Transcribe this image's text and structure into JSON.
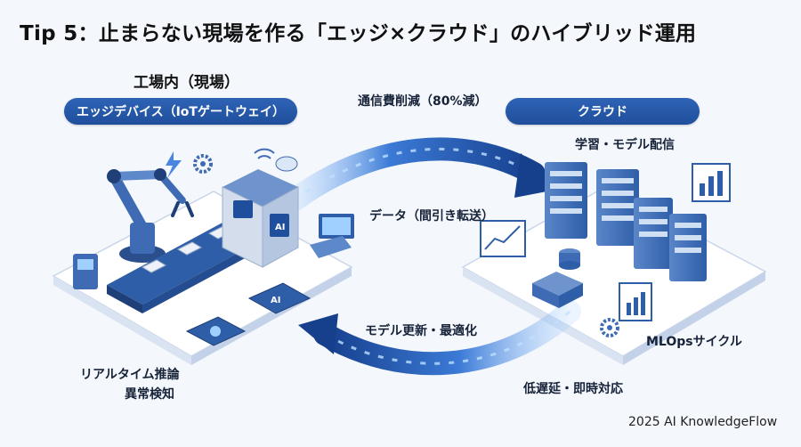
{
  "title": "Tip 5：止まらない現場を作る「エッジ×クラウド」のハイブリッド運用",
  "edge": {
    "heading": "工場内（現場）",
    "badge": "エッジデバイス（IoTゲートウェイ）",
    "labels": [
      "リアルタイム推論",
      "異常検知"
    ]
  },
  "cloud": {
    "badge": "クラウド",
    "label_top": "学習・モデル配信",
    "label_cycle": "MLOpsサイクル"
  },
  "flows": {
    "upper_note": "通信費削減（80%減）",
    "upper_label": "データ（間引き転送）",
    "lower_label": "モデル更新・最適化",
    "lower_note": "低遅延・即時対応"
  },
  "chip_text": "AI",
  "footer": "2025 AI KnowledgeFlow",
  "colors": {
    "brand_blue": "#2a5db0",
    "arrow_blue": "#1f4fa8",
    "glow_blue": "#6fb6ff",
    "platform": "#ffffff",
    "server": "#3f6fb8"
  }
}
